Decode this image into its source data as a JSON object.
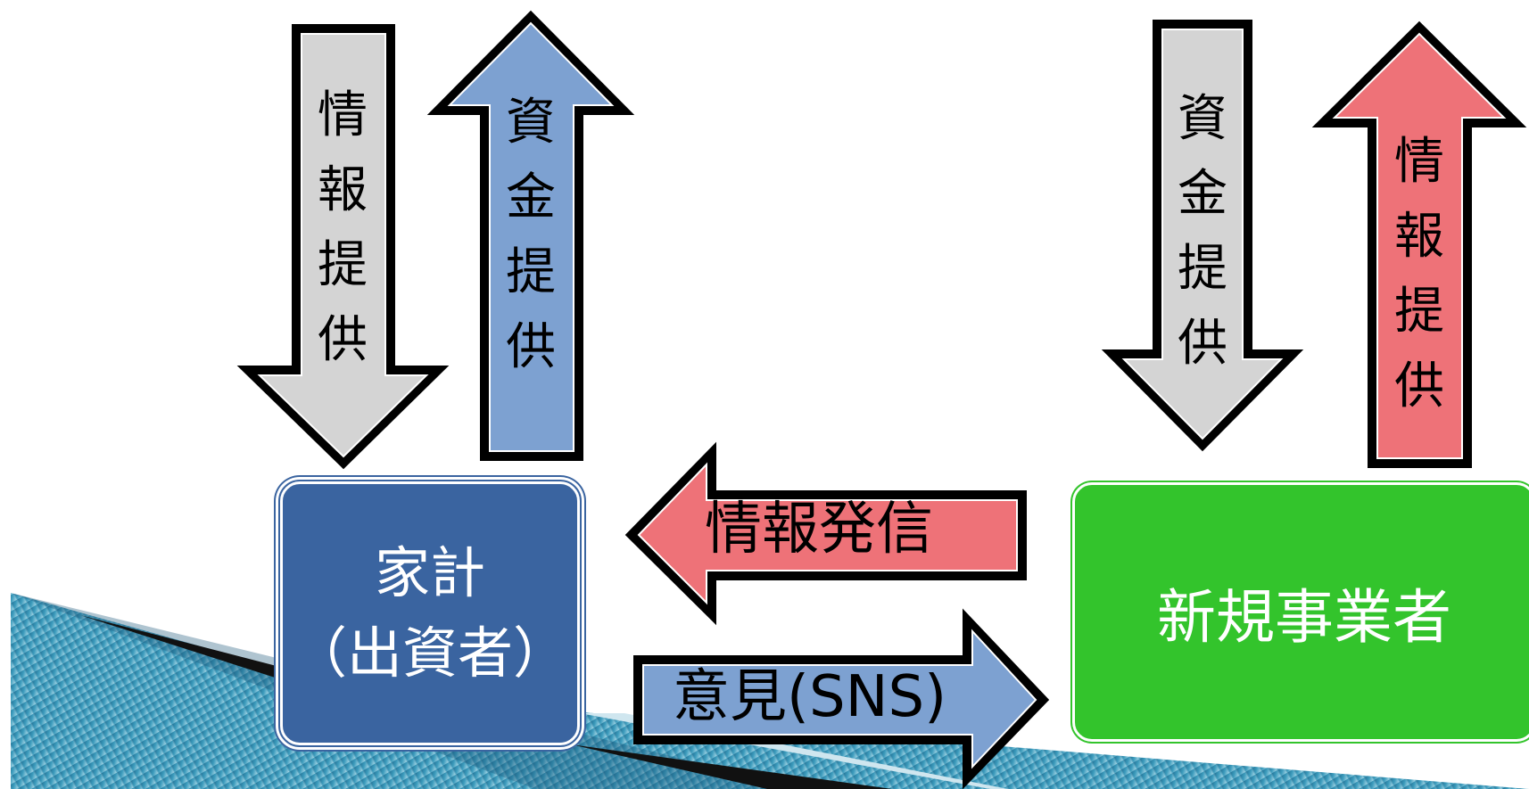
{
  "boxes": {
    "household": {
      "line1": "家計",
      "line2": "（出資者）",
      "color": "#3a64a0"
    },
    "entrepreneur": {
      "label": "新規事業者",
      "color": "#33c42c"
    }
  },
  "arrows": {
    "household_info_down": {
      "label": "情報提供",
      "direction": "down",
      "color": "#d4d4d4"
    },
    "household_funds_up": {
      "label": "資金提供",
      "direction": "up",
      "color": "#7da1d1"
    },
    "entrepreneur_funds_down": {
      "label": "資金提供",
      "direction": "down",
      "color": "#d4d4d4"
    },
    "entrepreneur_info_up": {
      "label": "情報提供",
      "direction": "up",
      "color": "#ee7278"
    },
    "info_broadcast": {
      "label": "情報発信",
      "direction": "left",
      "color": "#ee7278"
    },
    "opinion_sns": {
      "label": "意見(SNS)",
      "direction": "right",
      "color": "#7da1d1"
    }
  }
}
